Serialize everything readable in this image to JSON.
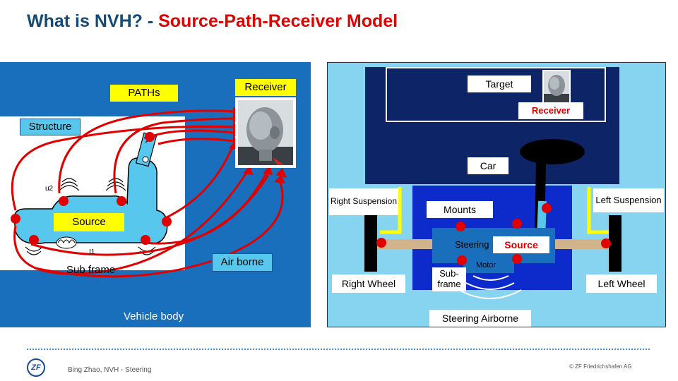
{
  "title": {
    "prefix": "What is NVH? - ",
    "highlight": "Source-Path-Receiver Model"
  },
  "left_panel": {
    "paths_label": "PATHs",
    "receiver_label": "Receiver",
    "structure_label": "Structure",
    "source_label": "Source",
    "subframe_label": "Sub frame",
    "airborne_label": "Air borne",
    "vehicle_body_label": "Vehicle body",
    "u2_label": "u2",
    "i1_label": "I1"
  },
  "right_panel": {
    "target_label": "Target",
    "receiver_label": "Receiver",
    "car_label": "Car",
    "right_suspension_label": "Right Suspension",
    "left_suspension_label": "Left Suspension",
    "mounts_label": "Mounts",
    "steering_label": "Steering",
    "source_label": "Source",
    "motor_label": "Motor",
    "subframe_label": "Sub-frame",
    "right_wheel_label": "Right Wheel",
    "left_wheel_label": "Left Wheel",
    "steering_airborne_label": "Steering Airborne"
  },
  "footer": {
    "logo": "ZF",
    "author": "Bing Zhao, NVH - Steering",
    "copyright": "© ZF Friedrichshafen AG"
  },
  "colors": {
    "title_blue": "#154a76",
    "title_red": "#e00000",
    "left_panel_bg": "#1a6fbd",
    "right_panel_bg": "#87d4f0",
    "car_navy": "#0d2566",
    "path_red": "#e00000",
    "label_yellow": "#ffff00"
  }
}
